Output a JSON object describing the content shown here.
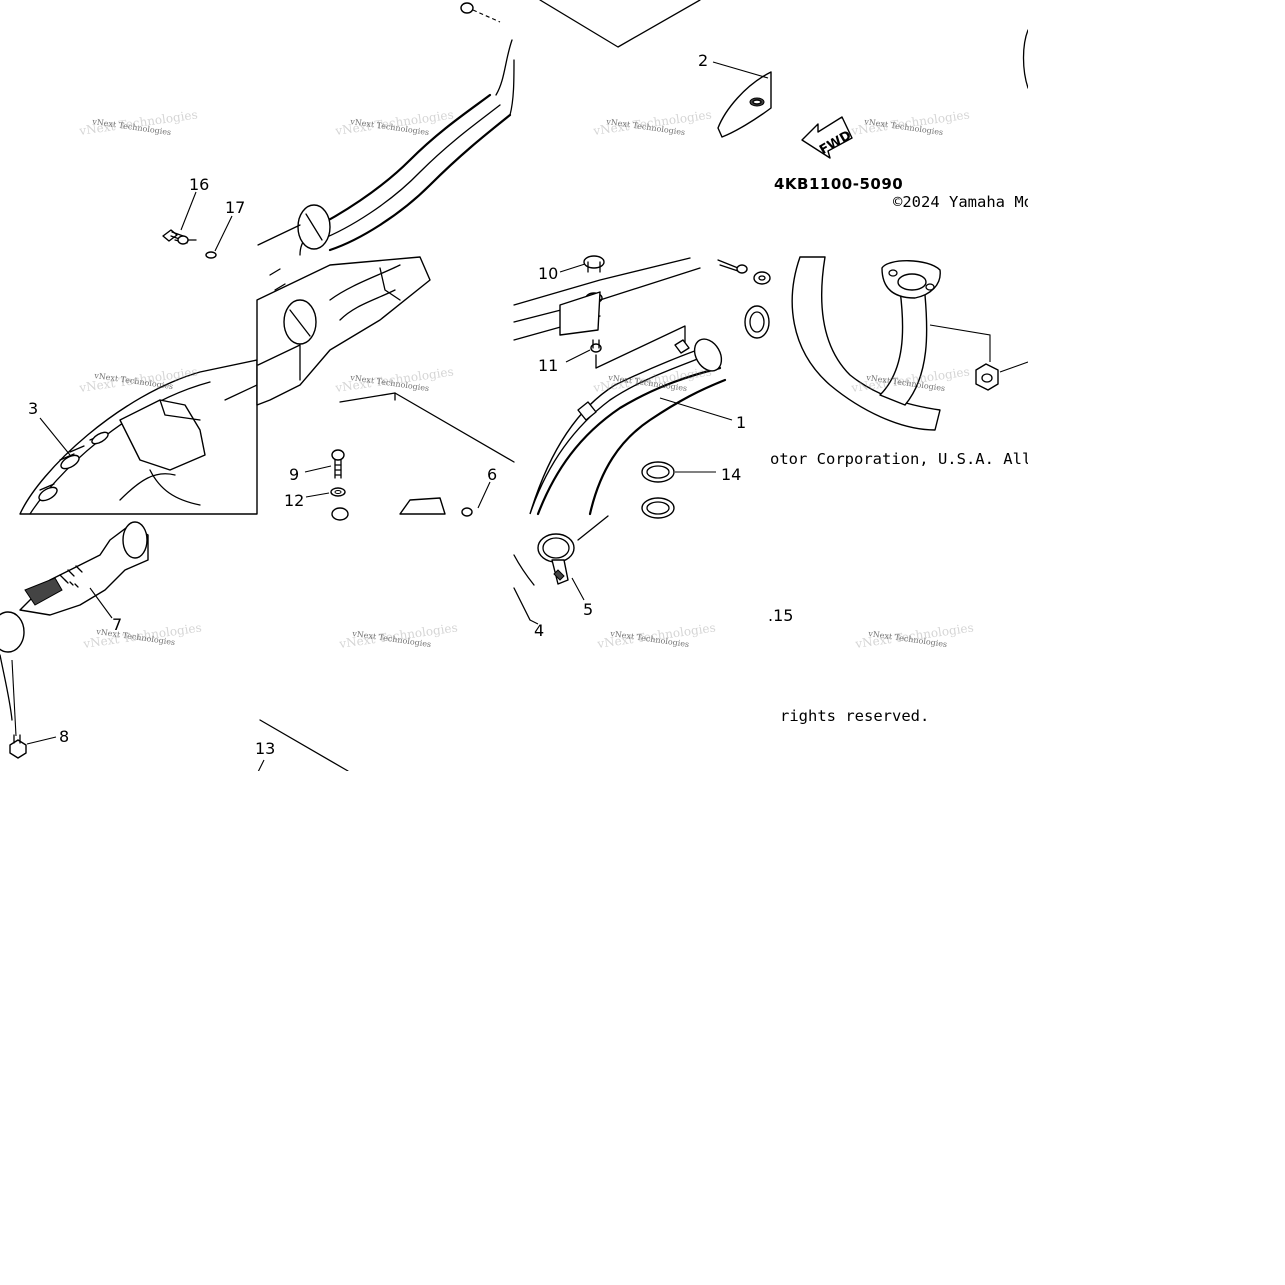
{
  "diagram": {
    "part_code": "4KB1100-5090",
    "copyright_pieces": [
      "©2024 Yamaha Mo",
      "otor Corporation, U.S.A. All",
      "rights reserved."
    ],
    "watermark": "vNext Technologies",
    "direction_label": "FWD",
    "callouts": [
      "1",
      "2",
      "3",
      "4",
      "5",
      "6",
      "7",
      "8",
      "9",
      "10",
      "11",
      "12",
      "13",
      "14",
      ".15",
      "16",
      "17"
    ]
  }
}
